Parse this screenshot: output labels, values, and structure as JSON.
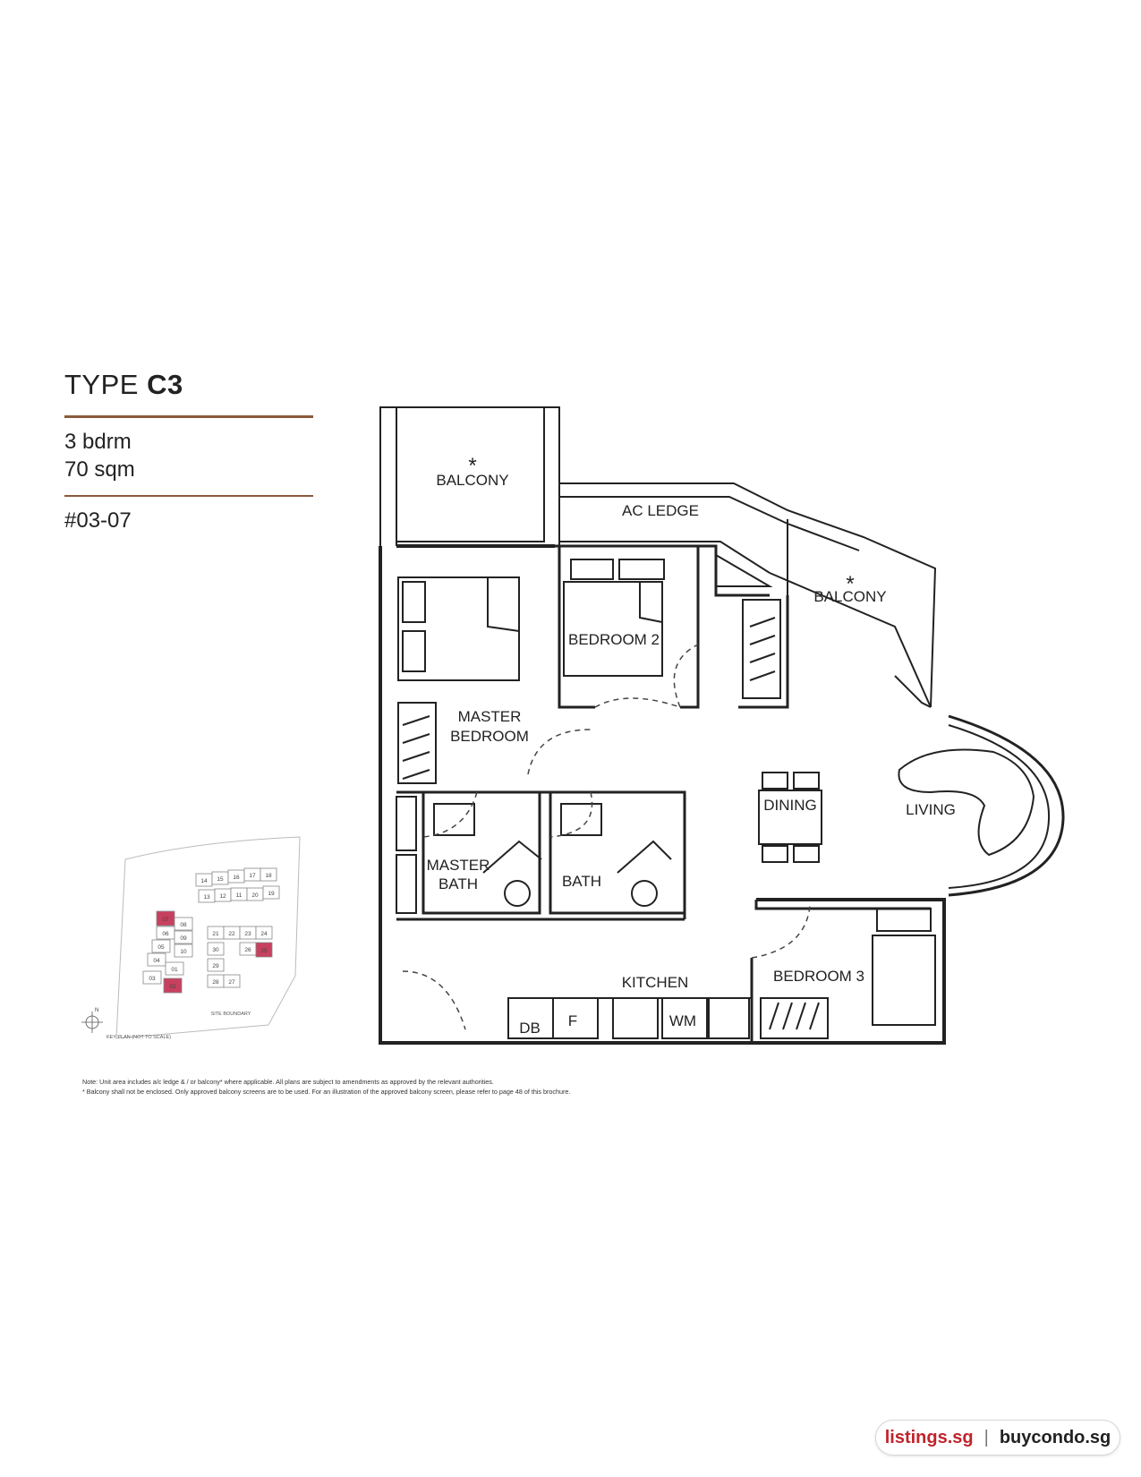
{
  "header": {
    "type_prefix": "TYPE ",
    "type_code": "C3",
    "bedrooms": "3 bdrm",
    "area": "70 sqm",
    "unit_number": "#03-07"
  },
  "plan_labels": {
    "balcony_top": "BALCONY",
    "balcony_star_top": "*",
    "ac_ledge": "AC LEDGE",
    "balcony_right": "BALCONY",
    "balcony_star_right": "*",
    "bedroom2": "BEDROOM 2",
    "master_bedroom_1": "MASTER",
    "master_bedroom_2": "BEDROOM",
    "dining": "DINING",
    "living": "LIVING",
    "master_bath_1": "MASTER",
    "master_bath_2": "BATH",
    "bath": "BATH",
    "kitchen": "KITCHEN",
    "bedroom3": "BEDROOM 3",
    "db": "DB",
    "fridge": "F",
    "wm": "WM"
  },
  "key_plan": {
    "units": [
      "14",
      "15",
      "16",
      "17",
      "18",
      "13",
      "12",
      "11",
      "20",
      "19",
      "07",
      "08",
      "06",
      "09",
      "05",
      "10",
      "04",
      "01",
      "03",
      "02",
      "21",
      "22",
      "23",
      "24",
      "30",
      "26",
      "25",
      "29",
      "28",
      "27"
    ],
    "highlight_color": "#c8405f",
    "north": "N",
    "site_boundary": "SITE BOUNDARY",
    "caption": "KEY PLAN (NOT TO SCALE)"
  },
  "notes": {
    "line1": "Note: Unit area includes a/c ledge & / or balcony* where applicable. All plans are subject to amendments as approved by the relevant authorities.",
    "line2": "* Balcony shall not be enclosed. Only approved balcony screens are to be used. For an illustration of the approved balcony screen, please refer to page 48 of this brochure."
  },
  "branding": {
    "site1": "listings.sg",
    "separator": "|",
    "site2": "buycondo.sg"
  },
  "colors": {
    "accent_rule": "#8b5a3c",
    "brand_red": "#c0242b"
  }
}
